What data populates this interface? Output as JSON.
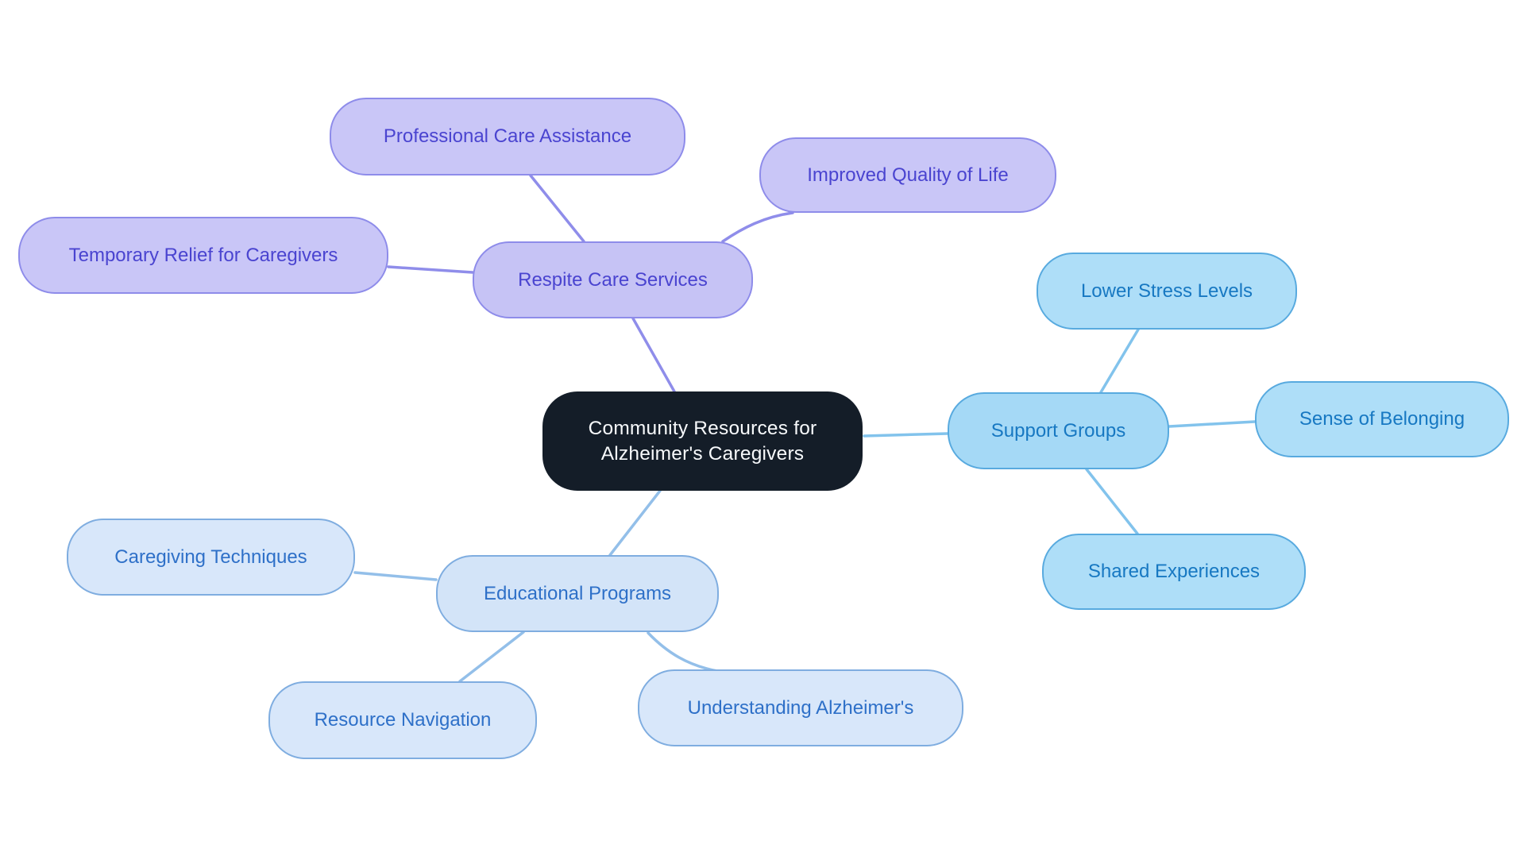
{
  "diagram": {
    "type": "mindmap",
    "background_color": "#ffffff",
    "root": {
      "label": "Community Resources for Alzheimer's Caregivers",
      "fill": "#141d28",
      "text_color": "#f7f9fb"
    },
    "branches": [
      {
        "label": "Respite Care Services",
        "fill": "#c6c3f5",
        "child_fill": "#c9c6f7",
        "border_color": "#8e8cea",
        "text_color": "#4a44d0",
        "edge_color": "#8f8dea",
        "children": [
          {
            "label": "Professional Care Assistance"
          },
          {
            "label": "Temporary Relief for Caregivers"
          },
          {
            "label": "Improved Quality of Life"
          }
        ]
      },
      {
        "label": "Support Groups",
        "fill": "#a5d9f6",
        "child_fill": "#aedef8",
        "border_color": "#58aadf",
        "text_color": "#1778c2",
        "edge_color": "#82c3ec",
        "children": [
          {
            "label": "Lower Stress Levels"
          },
          {
            "label": "Sense of Belonging"
          },
          {
            "label": "Shared Experiences"
          }
        ]
      },
      {
        "label": "Educational Programs",
        "fill": "#d3e4f8",
        "child_fill": "#d8e7fa",
        "border_color": "#7fade0",
        "text_color": "#2e70c8",
        "edge_color": "#93bfe9",
        "children": [
          {
            "label": "Caregiving Techniques"
          },
          {
            "label": "Resource Navigation"
          },
          {
            "label": "Understanding Alzheimer's"
          }
        ]
      }
    ]
  }
}
